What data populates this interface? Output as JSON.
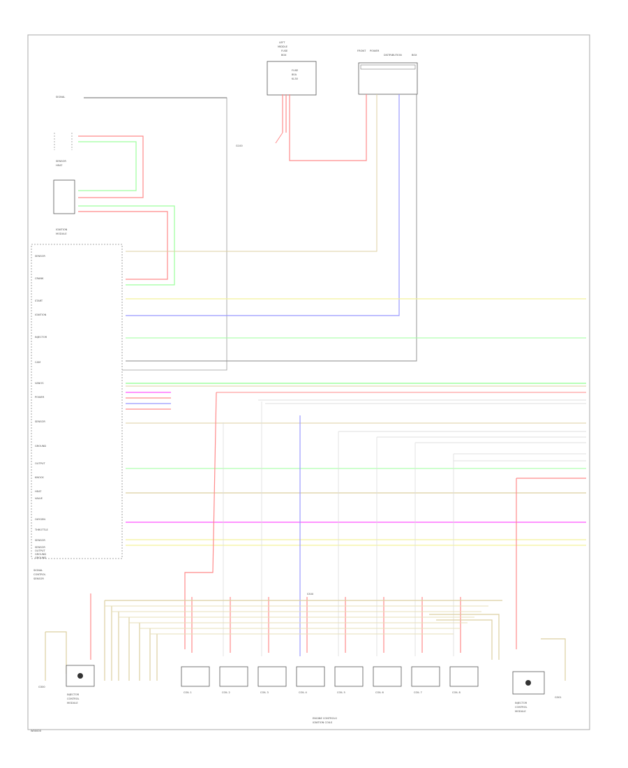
{
  "corner_code": "W00000",
  "top": {
    "fuse_box": {
      "title": [
        "LEFT",
        "MIDDLE",
        "FUSE",
        "BOX"
      ],
      "text": [
        "FUSE",
        "80A",
        "KL30"
      ]
    },
    "relay_box": {
      "title": [
        "FRONT",
        "POWER",
        "DISTRIBUTION",
        "BOX"
      ]
    },
    "ground_left": "G100"
  },
  "left_components": {
    "top_signal": "SIGNAL",
    "sensor_label": [
      "SENSOR",
      "HEAT"
    ],
    "module_label": [
      "IGNITION",
      "MODULE"
    ],
    "ecm_rows": [
      "SENSOR",
      "CRANK",
      "START",
      "IGNITION",
      "INJECTOR",
      "CAM",
      "VANOS",
      "POWER",
      "SENSOR",
      "GROUND",
      "OUTPUT",
      "KNOCK",
      "HEAT",
      "VALVE",
      "OXYGEN",
      "THROTTLE",
      "SENSOR",
      "SENSOR",
      "OUTPUT",
      "GROUND",
      "GROUND"
    ],
    "lower_note": [
      "SIGNAL",
      "CONTROL",
      "SENSOR"
    ]
  },
  "wires": {
    "colors": {
      "red": "#ff8a8a",
      "blue": "#9999ff",
      "green": "#9dff9d",
      "yellow": "#f4f29b",
      "tan": "#dccfa0",
      "magenta": "#ff55ff",
      "gray": "#c4c4c4",
      "dark": "#6a6a6a"
    }
  },
  "bottom": {
    "ground_left": "G300",
    "ground_right": "G301",
    "left_comp_label": [
      "INJECTOR",
      "CONTROL",
      "MODULE"
    ],
    "right_comp_label": [
      "INJECTOR",
      "CONTROL",
      "MODULE"
    ],
    "coil_labels": [
      "COIL 1",
      "COIL 2",
      "COIL 3",
      "COIL 4",
      "COIL 5",
      "COIL 6",
      "COIL 7",
      "COIL 8"
    ],
    "footer": [
      "ENGINE CONTROLS",
      "IGNITION COILS"
    ],
    "splice_label": "S300"
  }
}
